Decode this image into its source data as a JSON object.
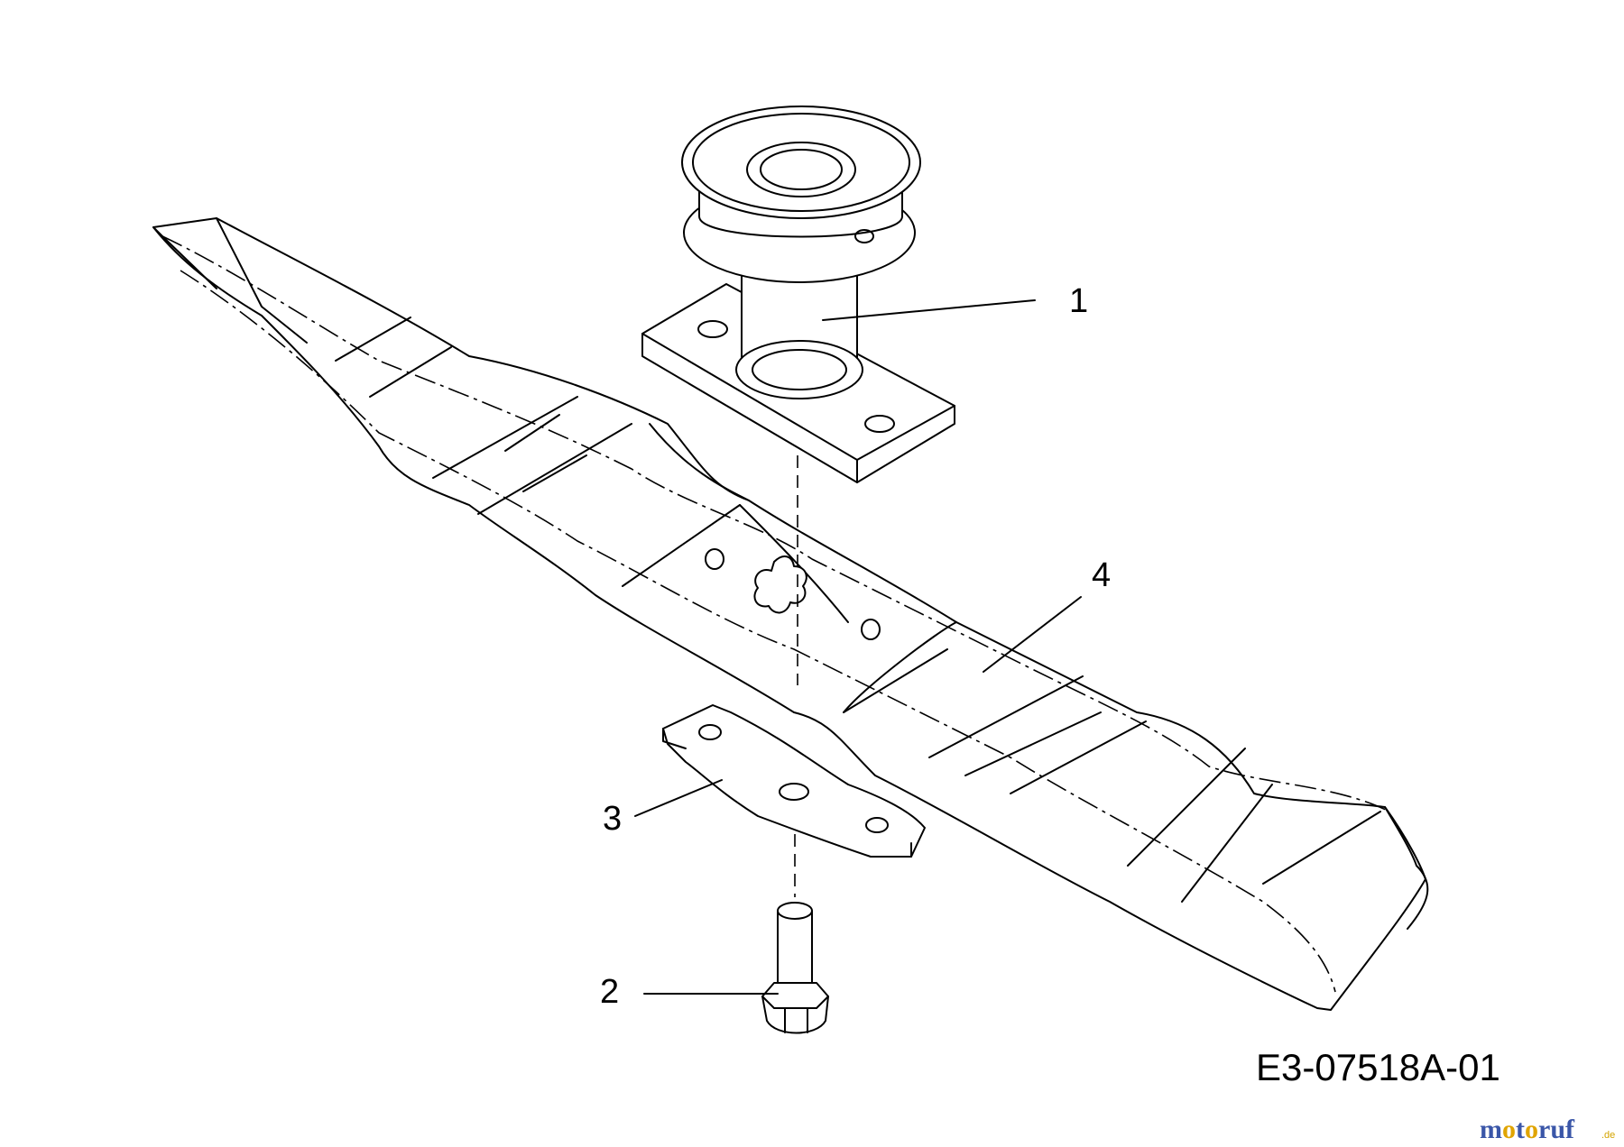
{
  "diagram": {
    "drawing_code": "E3-07518A-01",
    "callouts": [
      {
        "number": "1",
        "part": "pulley-with-hub"
      },
      {
        "number": "2",
        "part": "blade-bolt"
      },
      {
        "number": "3",
        "part": "blade-adapter-plate"
      },
      {
        "number": "4",
        "part": "mower-blade"
      }
    ]
  },
  "watermark": {
    "name": "motoruf",
    "tld": ".de",
    "colors": {
      "m": "#3a56a8",
      "o1": "#e0a400",
      "t": "#3a56a8",
      "o2": "#e0a400",
      "r": "#3a56a8",
      "u": "#3a56a8",
      "f": "#3a56a8"
    }
  }
}
